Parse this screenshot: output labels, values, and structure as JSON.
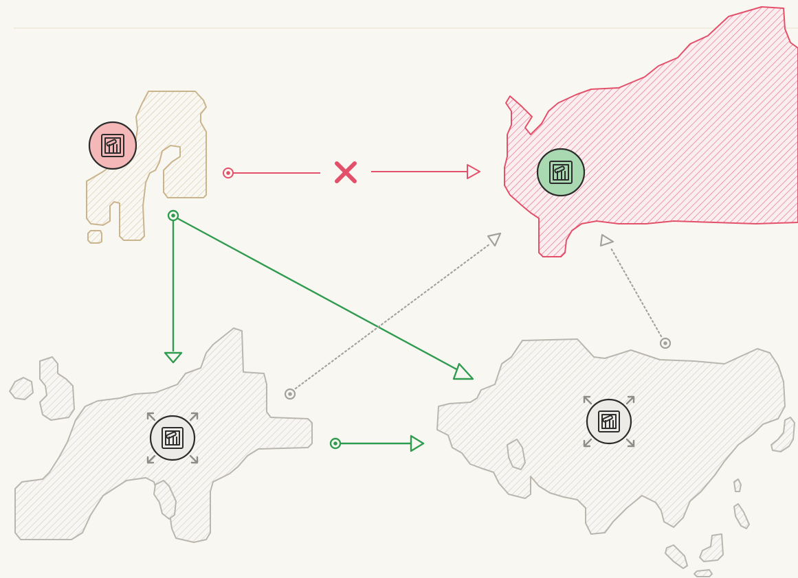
{
  "colors": {
    "background": "#f9f7f2",
    "source_region": "#c9b48c",
    "blocked_target_region": "#e2506a",
    "neutral_region": "#b9b6ae",
    "allowed_arrow": "#2f9b4e",
    "blocked_arrow": "#e2506a",
    "implicit_arrow": "#a3a19b",
    "badge_blocked_fill": "#f4b8b8",
    "badge_allowed_fill": "#a9d9b0",
    "badge_neutral_fill": "#ecebe8"
  },
  "icons": {
    "package": "package-box-icon",
    "expand": "expand-arrows-icon",
    "blocked": "cross-icon",
    "origin": "origin-dot-icon"
  },
  "regions": [
    {
      "id": "top-left",
      "style": "tan",
      "badge": "blocked"
    },
    {
      "id": "top-right",
      "style": "red",
      "badge": "allowed"
    },
    {
      "id": "bottom-left",
      "style": "gray",
      "badge": "neutral-expand"
    },
    {
      "id": "bottom-right",
      "style": "gray",
      "badge": "neutral-expand"
    }
  ],
  "connections": [
    {
      "from": "top-left",
      "to": "top-right",
      "kind": "blocked"
    },
    {
      "from": "top-left",
      "to": "bottom-left",
      "kind": "allowed"
    },
    {
      "from": "top-left",
      "to": "bottom-right",
      "kind": "allowed"
    },
    {
      "from": "bottom-left",
      "to": "bottom-right",
      "kind": "allowed"
    },
    {
      "from": "bottom-left",
      "to": "top-right",
      "kind": "implicit"
    },
    {
      "from": "bottom-right",
      "to": "top-right",
      "kind": "implicit"
    }
  ]
}
